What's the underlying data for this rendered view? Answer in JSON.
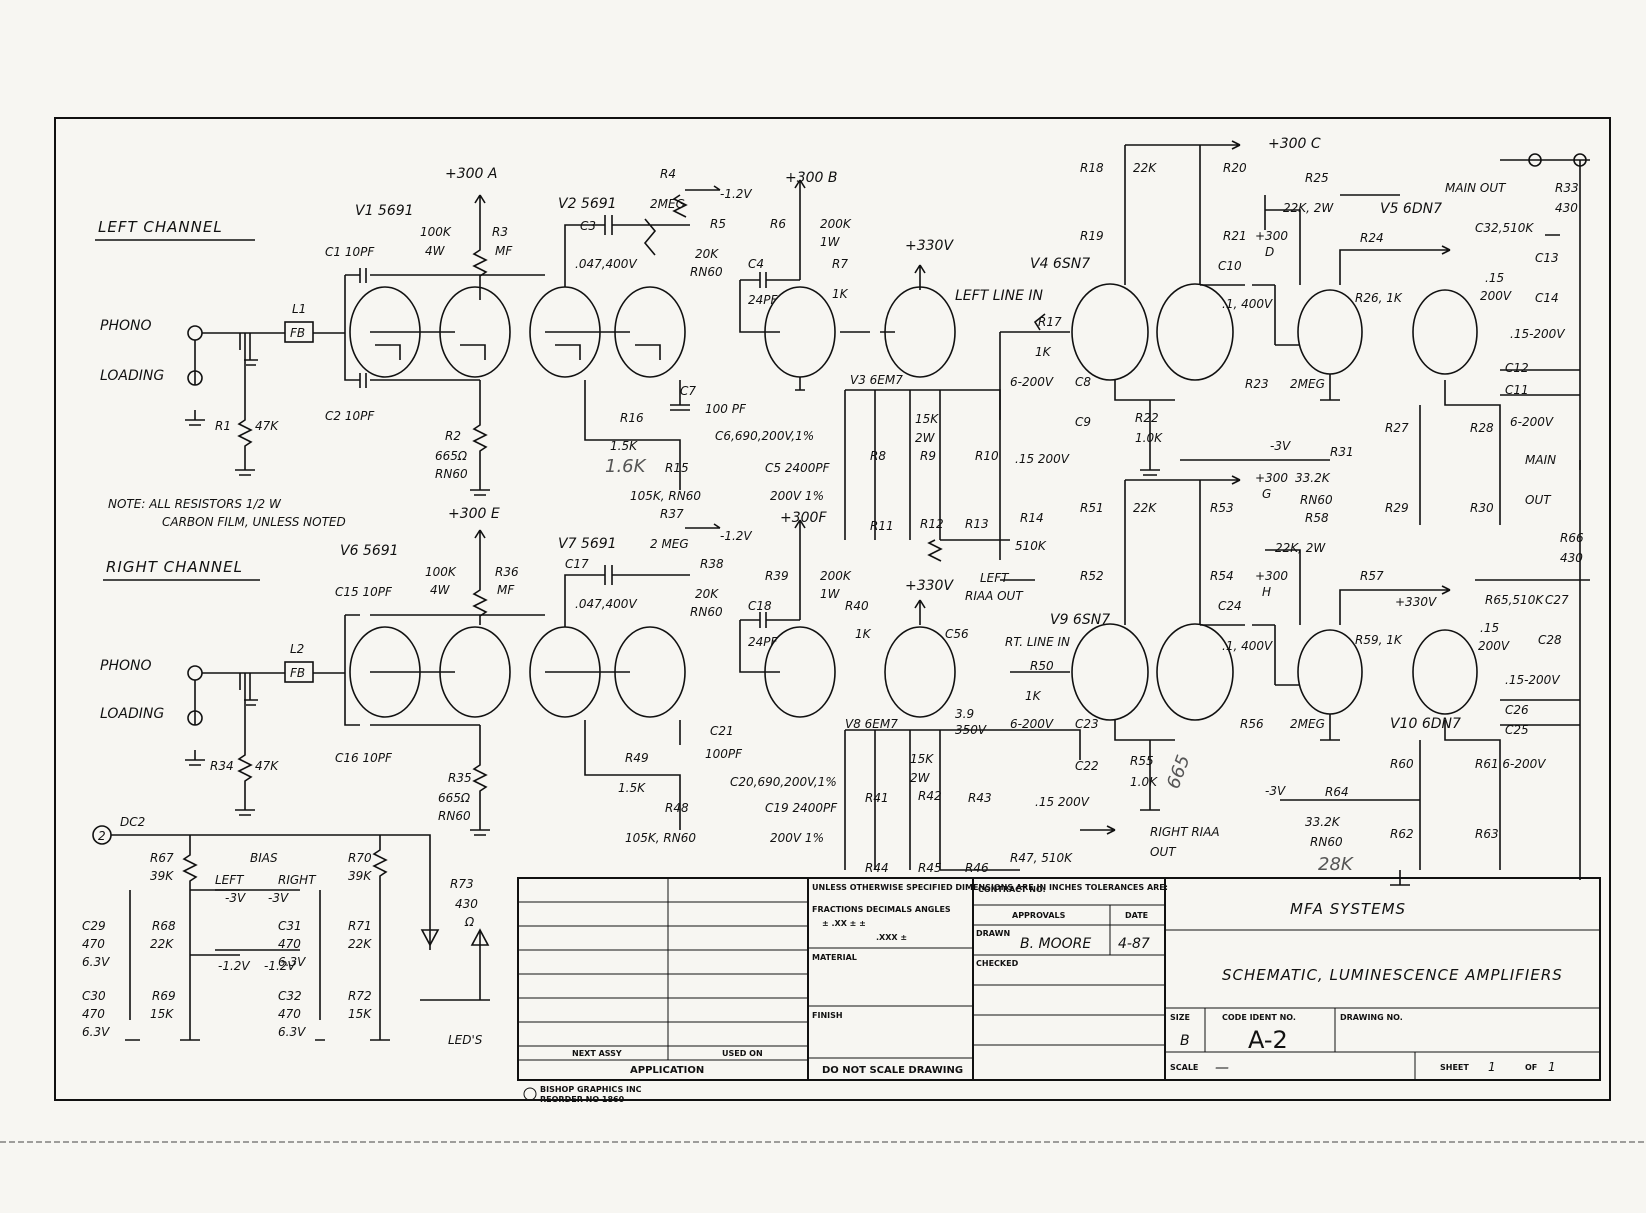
{
  "left_channel": {
    "title": "LEFT CHANNEL",
    "input_labels": [
      "PHONO",
      "LOADING"
    ],
    "labels": [
      "+300 A",
      "V1 5691",
      "100K",
      "4W",
      "R3",
      "MF",
      "C1 10PF",
      "C2 10PF",
      "R1",
      "47K",
      "L1",
      "FB",
      "R2",
      "665Ω",
      "RN60",
      "V2 5691",
      "C3",
      ".047,400V",
      "R4",
      "2MEG",
      "-1.2V",
      "R5",
      "20K",
      "RN60",
      "R16",
      "1.5K",
      "C7",
      "100 PF",
      "C6,690,200V,1%",
      "C5 2400PF",
      "R15",
      "105K, RN60",
      "200V 1%",
      "+300 B",
      "R6",
      "200K",
      "1W",
      "C4",
      "24PF",
      "R7",
      "1K",
      "V3 6EM7",
      "+330V",
      "LEFT LINE IN",
      "R8",
      "R9",
      "R10",
      "R11",
      "R12",
      "R13",
      "15K",
      "2W",
      "6-200V",
      "C8",
      "C9",
      ".15 200V",
      "R14",
      "510K",
      "+300 C",
      "R18",
      "22K",
      "R20",
      "R19",
      "R21",
      "+300",
      "D",
      "V4 6SN7",
      "C10",
      ".1, 400V",
      "R17",
      "1K",
      "R23",
      "2MEG",
      "-3V",
      "R22",
      "1.0K",
      "R25",
      "22K, 2W",
      "V5 6DN7",
      "R24",
      "R26, 1K",
      "MAIN OUT",
      "R33",
      "430",
      "C32,510K",
      "C13",
      ".15",
      "200V",
      "C14",
      ".15-200V",
      "C12",
      "C11",
      "R27",
      "R28",
      "6-200V",
      "MAIN",
      "OUT",
      "R29",
      "R30",
      "R31",
      "+300",
      "33.2K",
      "G",
      "RN60"
    ]
  },
  "right_channel": {
    "title": "RIGHT CHANNEL",
    "input_labels": [
      "PHONO",
      "LOADING"
    ],
    "labels": [
      "+300 E",
      "V6 5691",
      "100K",
      "4W",
      "R36",
      "MF",
      "C15 10PF",
      "C16 10PF",
      "R34",
      "47K",
      "L2",
      "FB",
      "R35",
      "665Ω",
      "RN60",
      "V7 5691",
      "C17",
      ".047,400V",
      "R37",
      "2 MEG",
      "-1.2V",
      "R38",
      "20K",
      "RN60",
      "R49",
      "1.5K",
      "C21",
      "100PF",
      "C20,690,200V,1%",
      "C19 2400PF",
      "R48",
      "105K, RN60",
      "200V 1%",
      "+300F",
      "R39",
      "200K",
      "1W",
      "C18",
      "24PF",
      "R40",
      "1K",
      "V8 6EM7",
      "+330V",
      "C56",
      "3.9",
      "350V",
      "RT. LINE IN",
      "R50",
      "1K",
      "LEFT",
      "RIAA OUT",
      "R41",
      "R42",
      "R43",
      "R44",
      "R45",
      "R46",
      "15K",
      "2W",
      "6-200V",
      "C23",
      "C22",
      ".15 200V",
      "R47, 510K",
      "RIGHT RIAA",
      "OUT",
      "R51",
      "R52",
      "R53",
      "R54",
      "22K",
      "+300",
      "H",
      "V9 6SN7",
      "C24",
      ".1, 400V",
      "R56",
      "2MEG",
      "-3V",
      "R55",
      "1.0K",
      "R58",
      "22K, 2W",
      "R57",
      "V10 6DN7",
      "R59, 1K",
      "R65,510K",
      "C27",
      ".15",
      "200V",
      "C28",
      "R66",
      "430",
      ".15-200V",
      "C26",
      "C25",
      "R60",
      "R61 6-200V",
      "R62",
      "R63",
      "R64",
      "33.2K",
      "RN60",
      "+330V"
    ]
  },
  "bias_supply": {
    "labels": [
      "DC2",
      "2",
      "R67",
      "39K",
      "BIAS",
      "LEFT",
      "RIGHT",
      "-3V",
      "-3V",
      "R70",
      "39K",
      "C29",
      "470",
      "6.3V",
      "R68",
      "22K",
      "C31",
      "470",
      "6.3V",
      "R71",
      "22K",
      "-1.2V",
      "-1.2V",
      "C30",
      "470",
      "6.3V",
      "R69",
      "15K",
      "C32",
      "470",
      "6.3V",
      "R72",
      "15K",
      "R73",
      "430",
      "Ω",
      "LED'S"
    ]
  },
  "note": "NOTE: ALL RESISTORS 1/2 W",
  "note_line2": "CARBON FILM, UNLESS NOTED",
  "handwritten": [
    "1.6K",
    "665",
    "28K"
  ],
  "title_block": {
    "company": "MFA SYSTEMS",
    "title": "SCHEMATIC, LUMINESCENCE AMPLIFIERS",
    "tolerances": "UNLESS OTHERWISE SPECIFIED DIMENSIONS ARE IN INCHES TOLERANCES ARE:",
    "fractions": "FRACTIONS  DECIMALS  ANGLES",
    "tol_values": "±      .XX ±      ±",
    "tol_values2": ".XXX ±",
    "material": "MATERIAL",
    "finish": "FINISH",
    "do_not_scale": "DO NOT SCALE DRAWING",
    "contract_no": "CONTRACT NO.",
    "approvals": "APPROVALS",
    "date_label": "DATE",
    "drawn_label": "DRAWN",
    "drawn_by": "B. MOORE",
    "drawn_date": "4-87",
    "checked": "CHECKED",
    "size_label": "SIZE",
    "size": "B",
    "code_ident_label": "CODE IDENT NO.",
    "code_ident": "A-2",
    "drawing_no_label": "DRAWING NO.",
    "scale_label": "SCALE",
    "scale": "—",
    "sheet_label": "SHEET",
    "sheet": "1",
    "of_label": "OF",
    "of": "1",
    "next_assy": "NEXT ASSY",
    "used_on": "USED ON",
    "application": "APPLICATION",
    "printer": "BISHOP GRAPHICS INC",
    "reorder": "REORDER NO 1860"
  }
}
